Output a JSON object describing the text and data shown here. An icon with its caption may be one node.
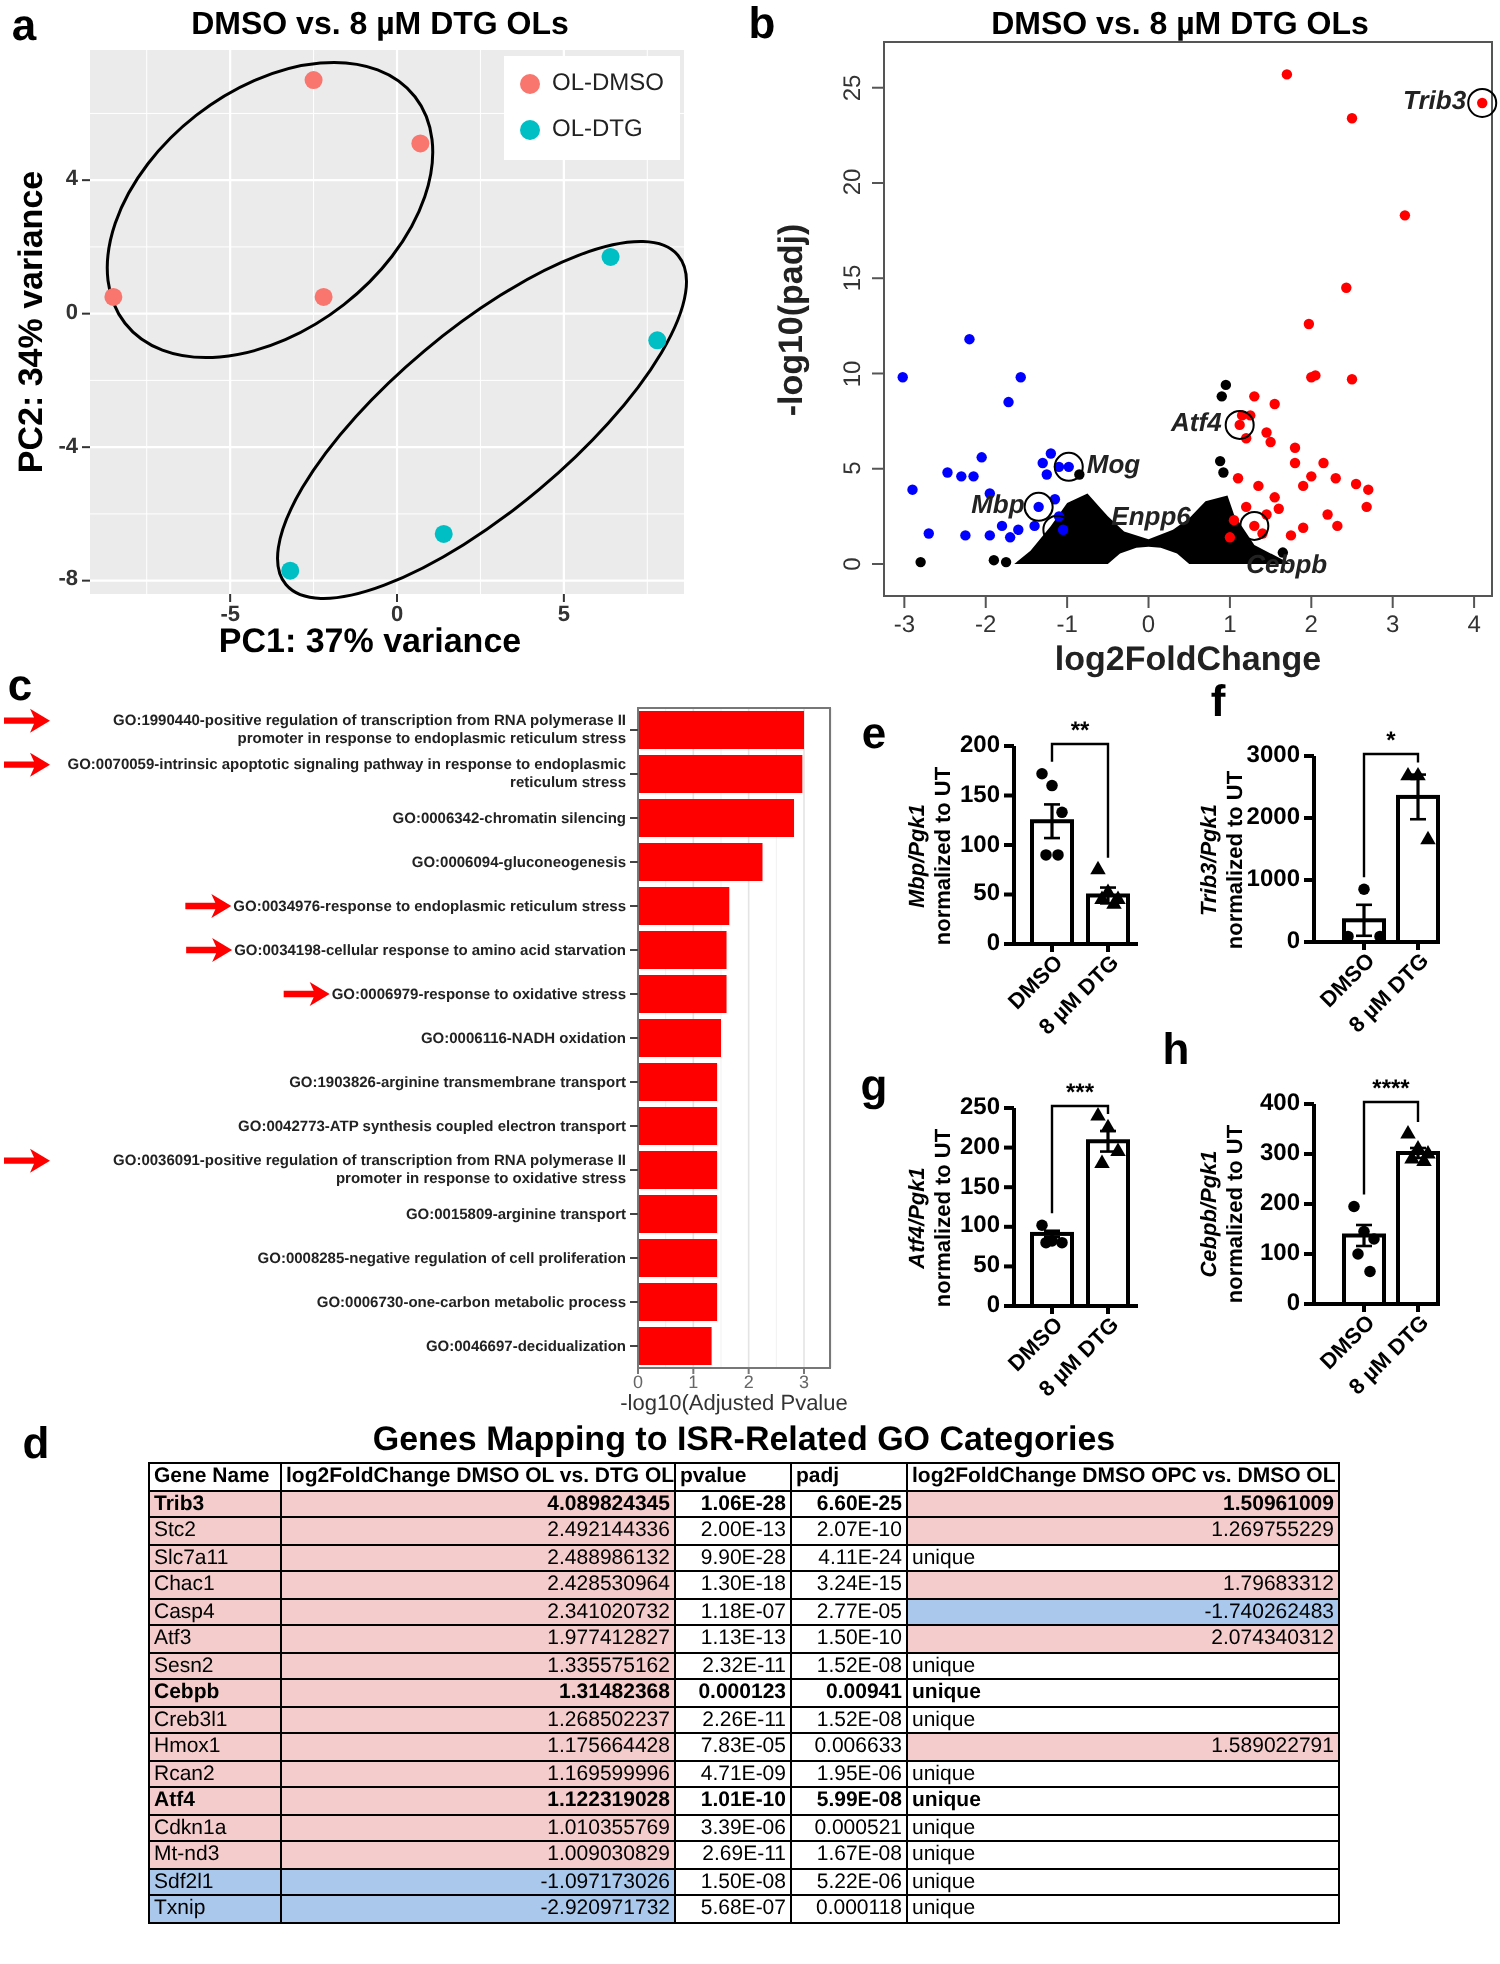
{
  "diagram": {
    "labels": [
      "a",
      "b",
      "c",
      "e",
      "f",
      "g",
      "h",
      "d",
      "Genes Mapping to ISR-Related GO Categories",
      "Gene Name",
      "log2FoldChange DMSO OL vs. DTG OL",
      "pvalue",
      "padj",
      "log2FoldChange DMSO OPC vs. DMSO OL",
      "Trib3",
      "4.089824345",
      "1.06E-28",
      "6.60E-25",
      "1.50961009",
      "Stc2",
      "2.492144336",
      "2.00E-13",
      "2.07E-10",
      "1.269755229",
      "Slc7a11",
      "2.488986132",
      "9.90E-28",
      "4.11E-24",
      "unique",
      "Chac1",
      "2.428530964",
      "1.30E-18",
      "3.24E-15",
      "1.79683312",
      "Casp4",
      "2.341020732",
      "1.18E-07",
      "2.77E-05",
      "-1.740262483",
      "Atf3",
      "1.977412827",
      "1.13E-13",
      "1.50E-10",
      "2.074340312",
      "Sesn2",
      "1.335575162",
      "2.32E-11",
      "1.52E-08",
      "unique",
      "Cebpb",
      "1.31482368",
      "0.000123",
      "0.00941",
      "unique",
      "Creb3l1",
      "1.268502237",
      "2.26E-11",
      "1.52E-08",
      "unique",
      "Hmox1",
      "1.175664428",
      "7.83E-05",
      "0.006633",
      "1.589022791",
      "Rcan2",
      "1.169599996",
      "4.71E-09",
      "1.95E-06",
      "unique",
      "Atf4",
      "1.122319028",
      "1.01E-10",
      "5.99E-08",
      "unique",
      "Cdkn1a",
      "1.010355769",
      "3.39E-06",
      "0.000521",
      "unique",
      "Mt-nd3",
      "1.009030829",
      "2.69E-11",
      "1.67E-08",
      "unique",
      "Sdf2l1",
      "-1.097173026",
      "1.50E-08",
      "5.22E-06",
      "unique",
      "Txnip",
      "-2.920971732",
      "5.68E-07",
      "0.000118",
      "unique"
    ],
    "chart_data": [
      {
        "type": "scatter",
        "title": "DMSO vs. 8 µM DTG OLs",
        "xlabel": "PC1: 37% variance",
        "ylabel": "PC2: 34% variance",
        "xlim": [
          -9.2,
          8.6
        ],
        "ylim": [
          -8.4,
          7.9
        ],
        "xticks": [
          -5,
          0,
          5
        ],
        "yticks": [
          -8,
          -4,
          0,
          4
        ],
        "grid": true,
        "legend": "top-right",
        "series": [
          {
            "name": "OL-DMSO",
            "color": "#f8766d",
            "x": [
              -2.5,
              0.7,
              -8.5,
              -2.2
            ],
            "values": [
              7,
              5.1,
              0.5,
              0.5
            ]
          },
          {
            "name": "OL-DTG",
            "color": "#00bfc4",
            "x": [
              6.4,
              7.8,
              1.4,
              -3.2
            ],
            "values": [
              1.7,
              -0.8,
              -6.6,
              -7.7
            ]
          }
        ]
      },
      {
        "type": "scatter",
        "title": "DMSO vs. 8 µM DTG OLs",
        "xlabel": "log2FoldChange",
        "ylabel": "-log10(padj)",
        "xlim": [
          -3.25,
          4.22
        ],
        "ylim": [
          -1.68,
          27.4
        ],
        "xticks": [
          -3,
          -2,
          -1,
          0,
          1,
          2,
          3,
          4
        ],
        "yticks": [
          0,
          5,
          10,
          15,
          20,
          25
        ],
        "series": [
          {
            "color": "#000000",
            "x": [
              -2.8,
              -1.9,
              -1.75,
              0.95,
              0.9,
              0.88,
              0.92,
              -0.85,
              1.65
            ],
            "values": [
              0.1,
              0.2,
              0.1,
              9.4,
              8.8,
              5.4,
              4.8,
              4.7,
              0.6
            ]
          },
          {
            "color": "#ff0000",
            "x": [
              1.7,
              2.5,
              4.1,
              3.15,
              2.43,
              1.97,
              2.0,
              2.05,
              2.5,
              1.3,
              1.15,
              1.55,
              1.25,
              1.12,
              1.45,
              1.8,
              1.5,
              1.2,
              2.15,
              1.8,
              2.0,
              2.3,
              2.55,
              2.7,
              1.9,
              2.68,
              2.2,
              2.32,
              1.9,
              1.55,
              1.35,
              1.1,
              1.3,
              1.6,
              1.75,
              1.45,
              1.2,
              1.05,
              1.4,
              1.0
            ],
            "values": [
              25.7,
              23.4,
              24.2,
              18.3,
              14.5,
              12.6,
              9.8,
              9.9,
              9.7,
              8.8,
              7.8,
              8.4,
              7.8,
              7.3,
              6.9,
              6.1,
              6.4,
              6.6,
              5.3,
              5.3,
              4.6,
              4.5,
              4.2,
              3.9,
              4.1,
              3.0,
              2.6,
              2.0,
              1.9,
              3.5,
              4.1,
              4.5,
              2.0,
              2.9,
              1.5,
              2.6,
              3.0,
              2.3,
              1.6,
              1.4
            ]
          },
          {
            "color": "#0000ff",
            "x": [
              -3.02,
              -2.2,
              -1.57,
              -1.72,
              -2.9,
              -2.7,
              -2.47,
              -2.3,
              -2.15,
              -2.05,
              -1.95,
              -2.25,
              -1.95,
              -1.8,
              -1.7,
              -1.6,
              -1.4,
              -1.3,
              -1.2,
              -1.1,
              -1.25,
              -1.15,
              -1.1,
              -1.05,
              -1.35,
              -0.98
            ],
            "values": [
              9.8,
              11.8,
              9.8,
              8.5,
              3.9,
              1.6,
              4.8,
              4.6,
              4.6,
              5.6,
              3.7,
              1.5,
              1.5,
              2.0,
              1.4,
              1.8,
              2.0,
              5.3,
              5.8,
              5.1,
              4.7,
              3.4,
              2.5,
              1.8,
              3.0,
              5.1
            ]
          }
        ],
        "annotations": [
          {
            "text": "Trib3",
            "x": 4.1,
            "y": 24.2
          },
          {
            "text": "Atf4",
            "x": 1.12,
            "y": 7.3
          },
          {
            "text": "Mog",
            "x": -0.98,
            "y": 5.1
          },
          {
            "text": "Mbp",
            "x": -1.35,
            "y": 3.0
          },
          {
            "text": "Enpp6",
            "x": -1.12,
            "y": 1.8
          },
          {
            "text": "Cebpb",
            "x": 1.3,
            "y": 2.0
          }
        ]
      },
      {
        "type": "bar",
        "orientation": "horizontal",
        "xlabel": "-log10(Adjusted Pvalue",
        "xlim": [
          0,
          3.47
        ],
        "xticks": [
          0,
          1,
          2,
          3
        ],
        "grid": true,
        "categories": [
          "GO:1990440-positive regulation of transcription from RNA polymerase II promoter in response to endoplasmic reticulum stress",
          "GO:0070059-intrinsic apoptotic signaling pathway in response to endoplasmic reticulum stress",
          "GO:0006342-chromatin silencing",
          "GO:0006094-gluconeogenesis",
          "GO:0034976-response to endoplasmic reticulum stress",
          "GO:0034198-cellular response to amino acid starvation",
          "GO:0006979-response to oxidative stress",
          "GO:0006116-NADH oxidation",
          "GO:1903826-arginine transmembrane transport",
          "GO:0042773-ATP synthesis coupled electron transport",
          "GO:0036091-positive regulation of transcription from RNA polymerase II promoter in response to oxidative stress",
          "GO:0015809-arginine transport",
          "GO:0008285-negative regulation of cell proliferation",
          "GO:0006730-one-carbon metabolic process",
          "GO:0046697-decidualization"
        ],
        "series": [
          {
            "color": "#ff0000",
            "values": [
              3.0,
              2.97,
              2.82,
              2.25,
              1.65,
              1.6,
              1.6,
              1.5,
              1.43,
              1.43,
              1.43,
              1.43,
              1.43,
              1.43,
              1.33
            ]
          }
        ]
      },
      {
        "type": "bar",
        "ylabel": "*Mbp/Pgk1* normalized to UT",
        "categories": [
          "DMSO",
          "8 µM DTG"
        ],
        "ylim": [
          0,
          200
        ],
        "yticks": [
          0,
          50,
          100,
          150,
          200
        ],
        "series": [
          {
            "color": "#ffffff",
            "values": [
              124,
              49
            ],
            "errors": [
              17,
              8
            ]
          }
        ],
        "annotations": [
          {
            "text": "**"
          }
        ]
      },
      {
        "type": "bar",
        "ylabel": "*Trib3/Pgk1* normalized to UT",
        "categories": [
          "DMSO",
          "8 µM DTG"
        ],
        "ylim": [
          0,
          3000
        ],
        "yticks": [
          0,
          1000,
          2000,
          3000
        ],
        "series": [
          {
            "color": "#ffffff",
            "values": [
              350,
              2340
            ],
            "errors": [
              250,
              360
            ]
          }
        ],
        "annotations": [
          {
            "text": "*"
          }
        ]
      },
      {
        "type": "bar",
        "ylabel": "*Atf4/Pgk1* normalized to UT",
        "categories": [
          "DMSO",
          "8 µM DTG"
        ],
        "ylim": [
          0,
          250
        ],
        "yticks": [
          0,
          50,
          100,
          150,
          200,
          250
        ],
        "series": [
          {
            "color": "#ffffff",
            "values": [
              91,
              208
            ],
            "errors": [
              4,
              13
            ]
          }
        ],
        "annotations": [
          {
            "text": "***"
          }
        ]
      },
      {
        "type": "bar",
        "ylabel": "*Cebpb/Pgk1* normalized to UT",
        "categories": [
          "DMSO",
          "8 µM DTG"
        ],
        "ylim": [
          0,
          400
        ],
        "yticks": [
          0,
          100,
          200,
          300,
          400
        ],
        "series": [
          {
            "color": "#ffffff",
            "values": [
              137,
              302
            ],
            "errors": [
              21,
              10
            ]
          }
        ],
        "annotations": [
          {
            "text": "****"
          }
        ]
      }
    ]
  }
}
